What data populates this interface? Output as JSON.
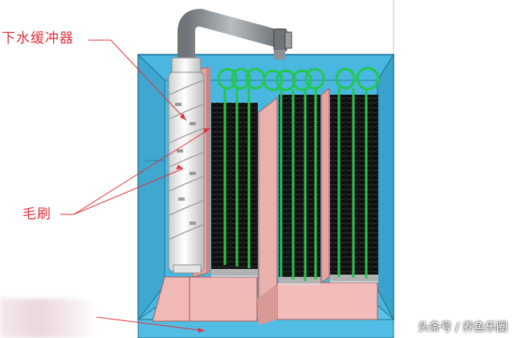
{
  "labels": {
    "buffer": "下水缓冲器",
    "brush": "毛刷"
  },
  "watermark": "头条号 / 养鱼乐圈",
  "colors": {
    "tank_water": "#46b4de",
    "pipe": "#8a8f94",
    "buffer_body": "#f2f2f2",
    "baffle": "#e8a7a4",
    "brush": "#0f0f0f",
    "hanger": "#22c84a",
    "label": "#e0333a"
  },
  "icons": {
    "buffer": "cylinder-buffer-icon",
    "brush": "bristle-brush-icon"
  }
}
